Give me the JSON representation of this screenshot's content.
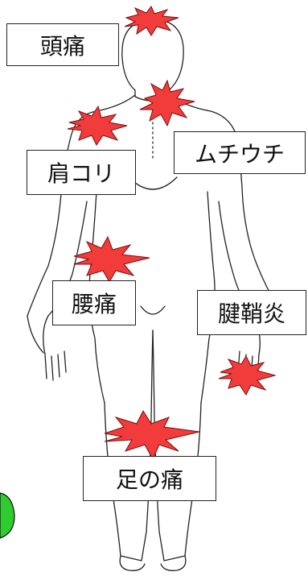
{
  "labels": {
    "head": "頭痛",
    "whiplash": "ムチウチ",
    "shoulder": "肩コリ",
    "back": "腰痛",
    "tendon": "腱鞘炎",
    "foot": "足の痛"
  },
  "colors": {
    "pain_fill": "#f23b3b",
    "pain_stroke": "#7a0f0f",
    "body_outline": "#222222",
    "accent_green": "#2ecc2e"
  }
}
